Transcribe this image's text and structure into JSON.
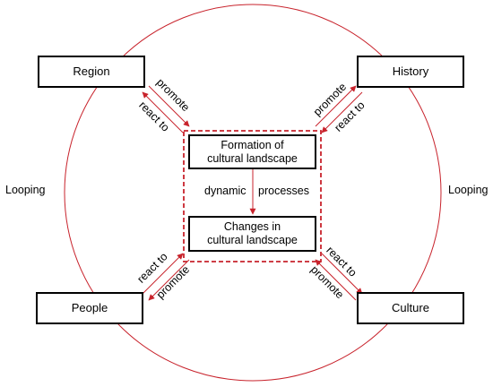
{
  "nodes": {
    "region": "Region",
    "history": "History",
    "people": "People",
    "culture": "Culture",
    "formation": "Formation of\ncultural landscape",
    "changes": "Changes in\ncultural landscape"
  },
  "edges": {
    "dynamic": "dynamic",
    "processes": "processes",
    "region_promote": "promote",
    "region_react": "react to",
    "history_promote": "promote",
    "history_react": "react to",
    "people_react": "react to",
    "people_promote": "promote",
    "culture_react": "react to",
    "culture_promote": "promote"
  },
  "cycle": {
    "left": "Looping",
    "right": "Looping"
  },
  "colors": {
    "accent": "#c8232c",
    "border": "#000000",
    "circle": "#c8232c"
  }
}
